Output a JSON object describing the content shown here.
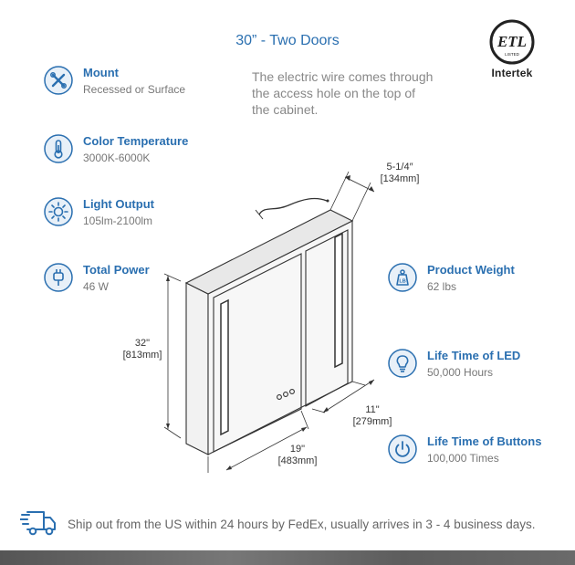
{
  "title": "30” - Two Doors",
  "cert": {
    "label": "Intertek",
    "mark_text": "ETL",
    "sub_text": "LISTED"
  },
  "note": "The electric wire comes through the access hole on the top of the cabinet.",
  "features_left": [
    {
      "name": "Mount",
      "value": "Recessed or Surface",
      "icon": "tools-icon"
    },
    {
      "name": "Color Temperature",
      "value": "3000K-6000K",
      "icon": "thermometer-icon"
    },
    {
      "name": "Light Output",
      "value": "105lm-2100lm",
      "icon": "sun-icon"
    },
    {
      "name": "Total Power",
      "value": "46 W",
      "icon": "plug-icon"
    }
  ],
  "features_right": [
    {
      "name": "Product Weight",
      "value": "62 lbs",
      "icon": "weight-icon"
    },
    {
      "name": "Life Time of LED",
      "value": "50,000 Hours",
      "icon": "bulb-icon"
    },
    {
      "name": "Life Time of Buttons",
      "value": "100,000 Times",
      "icon": "power-icon"
    }
  ],
  "dimensions": {
    "depth_in": "5-1/4″",
    "depth_mm": "[134mm]",
    "height_in": "32\"",
    "height_mm": "[813mm]",
    "side_in": "11\"",
    "side_mm": "[279mm]",
    "width_in": "19\"",
    "width_mm": "[483mm]"
  },
  "shipping": {
    "text": "Ship out from the US within 24 hours by FedEx, usually arrives in 3 - 4 business days.",
    "icon": "truck-icon"
  },
  "colors": {
    "accent": "#2a6fb0",
    "icon_bg": "#e8f0f8"
  }
}
